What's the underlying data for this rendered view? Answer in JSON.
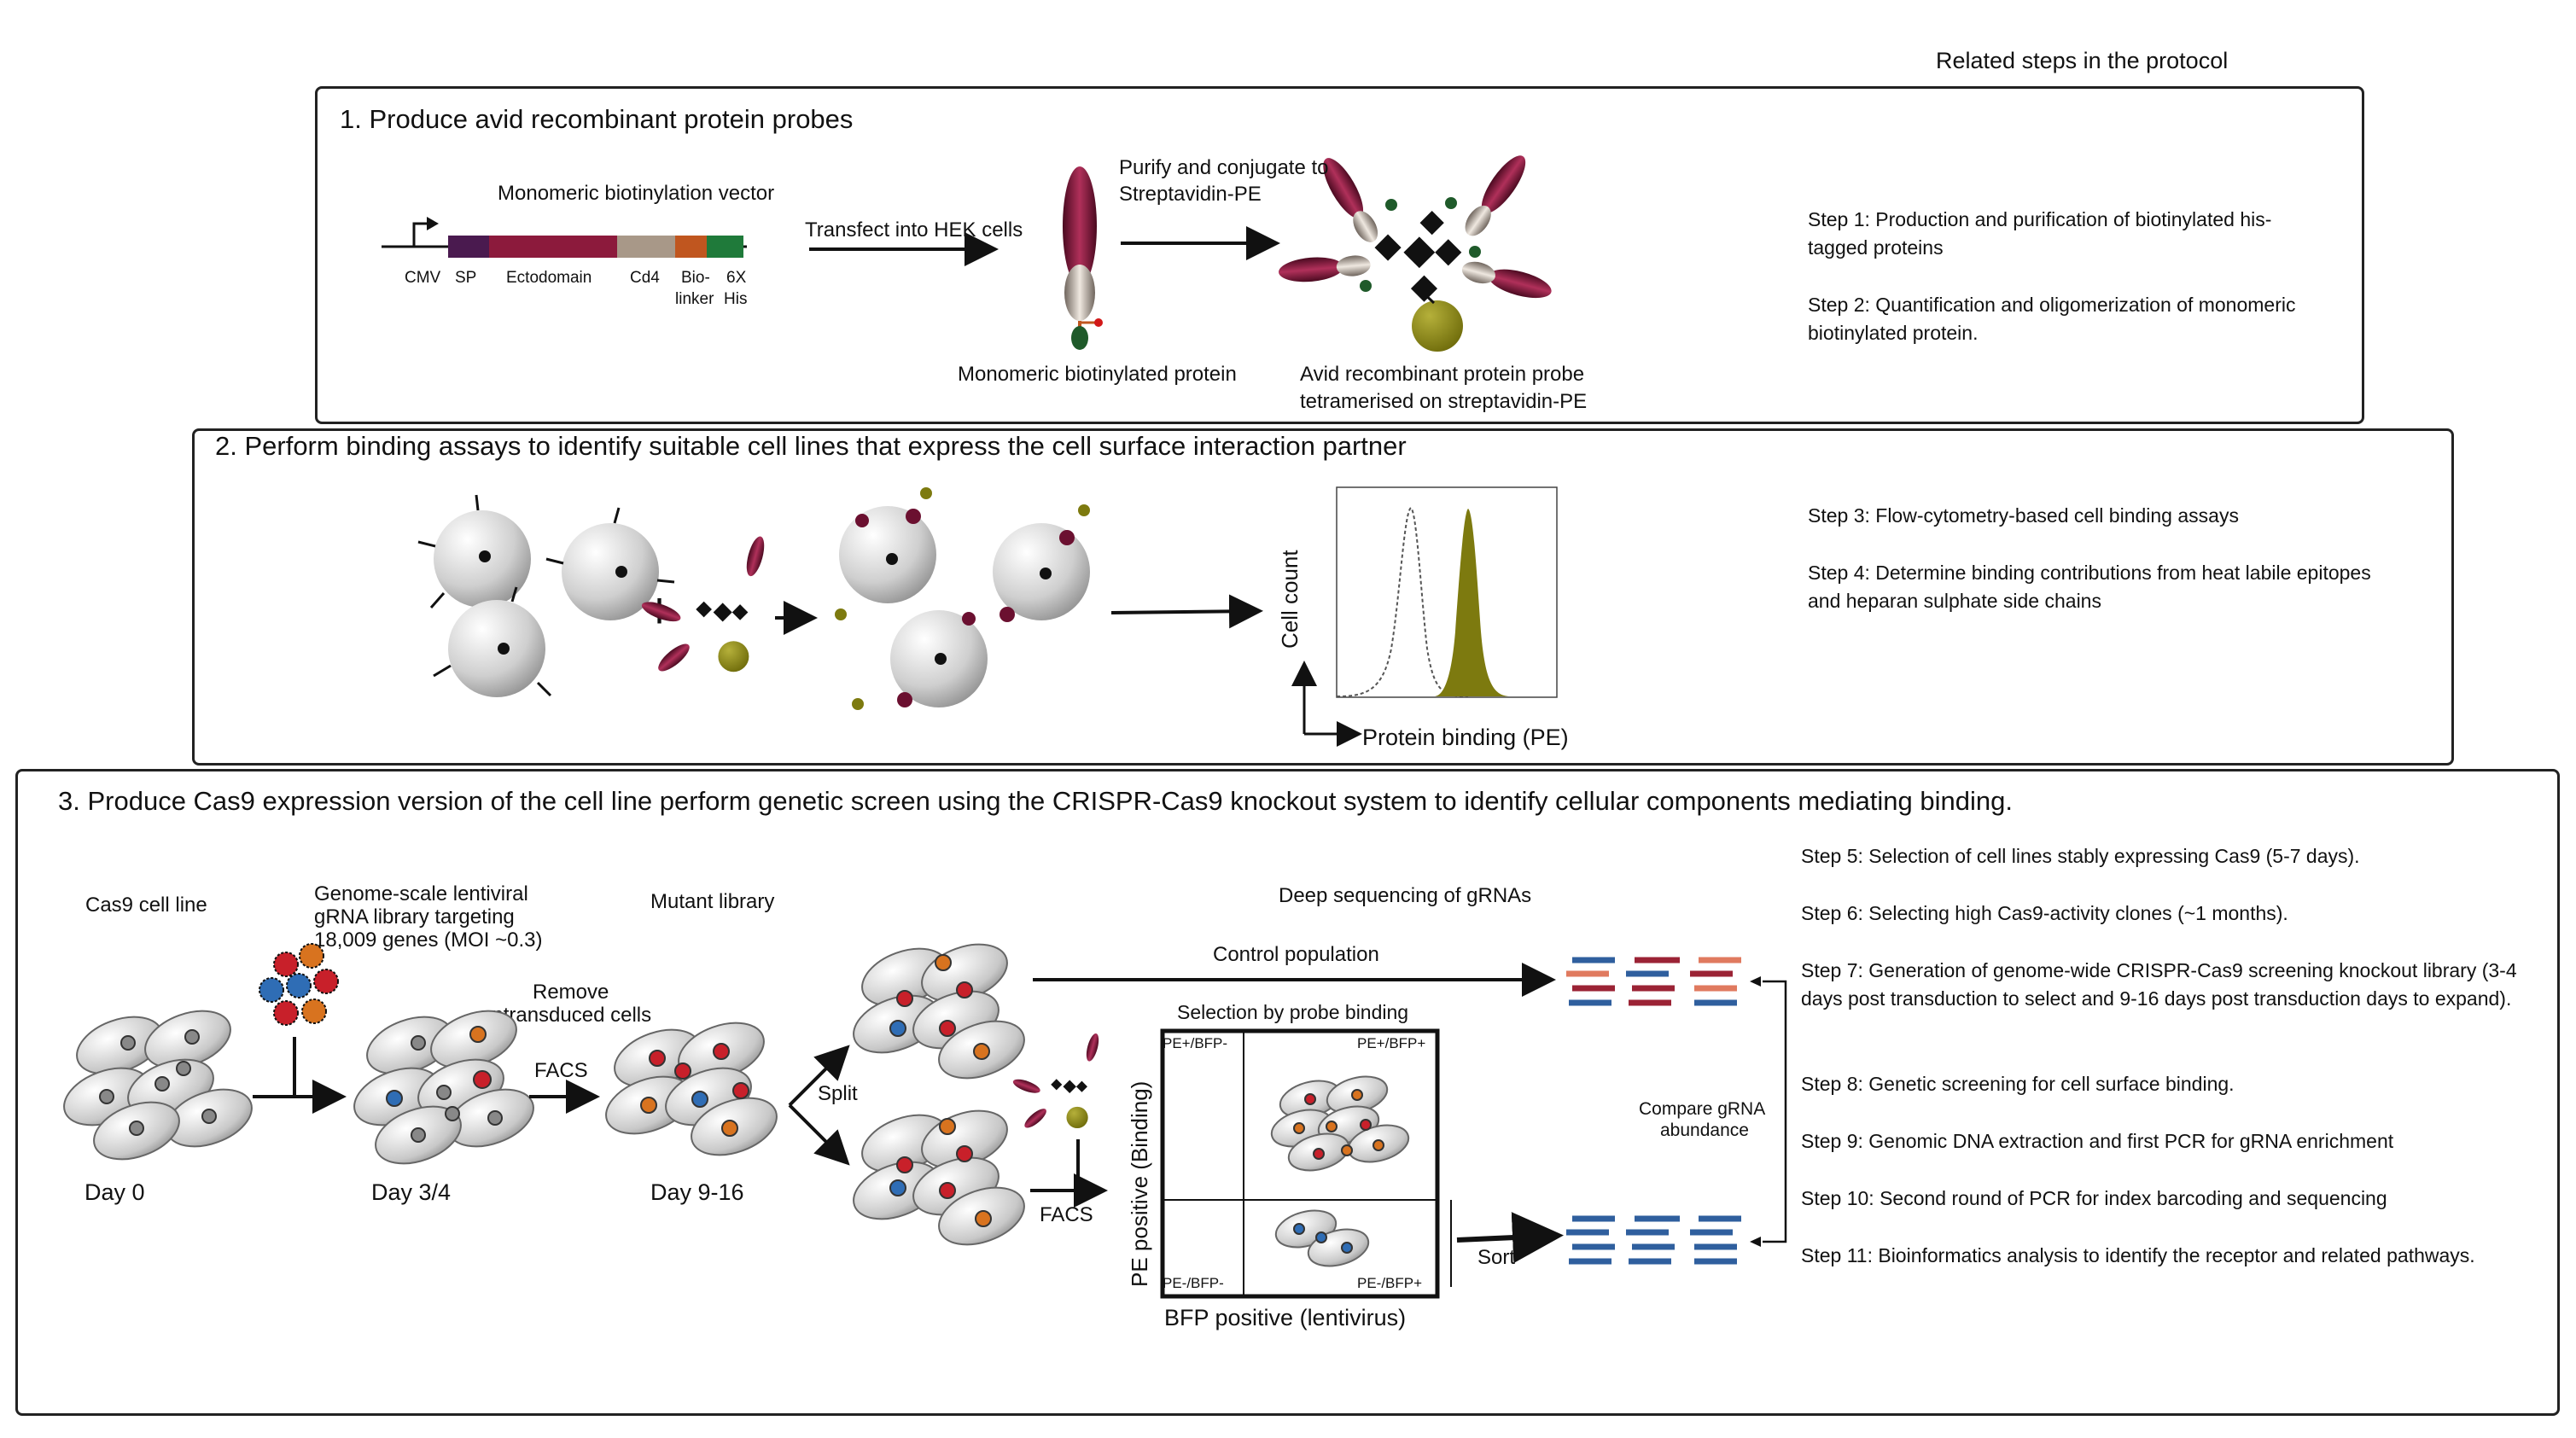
{
  "header": {
    "related": "Related steps in the protocol"
  },
  "panel1": {
    "title": "1. Produce avid recombinant protein probes",
    "vector_title": "Monomeric biotinylation vector",
    "segments": [
      "CMV",
      "SP",
      "Ectodomain",
      "Cd4",
      "Bio-",
      "linker",
      "6X",
      "His"
    ],
    "transfect": "Transfect into HEK cells",
    "purify1": "Purify and conjugate to",
    "purify2": "Streptavidin-PE",
    "monomer": "Monomeric biotinylated protein",
    "avid1": "Avid recombinant protein probe",
    "avid2": "tetramerised on streptavidin-PE",
    "steps": [
      "Step 1: Production and purification of biotinylated his-tagged proteins",
      "Step 2: Quantification and oligomerization of monomeric biotinylated protein."
    ],
    "colors": {
      "sp": "#4a1a4f",
      "ecto": "#8c1a3c",
      "cd4": "#a89888",
      "linker": "#c0561f",
      "his": "#1f7a3a"
    }
  },
  "panel2": {
    "title": "2. Perform binding assays to identify suitable cell lines that express the cell surface interaction partner",
    "ylabel": "Cell count",
    "xlabel": "Protein binding (PE)",
    "steps": [
      "Step 3: Flow-cytometry-based cell binding assays",
      "Step 4: Determine binding contributions from heat labile epitopes and heparan sulphate side chains"
    ],
    "colors": {
      "pe": "#7d7a0f"
    }
  },
  "panel3": {
    "title": "3. Produce Cas9 expression version of the cell line perform genetic screen using the CRISPR-Cas9 knockout system to identify cellular components mediating binding.",
    "cas9": "Cas9 cell line",
    "lib1": "Genome-scale lentiviral",
    "lib2": "gRNA library targeting",
    "lib3": "18,009 genes (MOI ~0.3)",
    "mutant": "Mutant library",
    "remove1": "Remove",
    "remove2": "untransduced cells",
    "facs": "FACS",
    "split": "Split",
    "day0": "Day 0",
    "day34": "Day 3/4",
    "day916": "Day 9-16",
    "deep": "Deep sequencing of gRNAs",
    "control": "Control population",
    "selection": "Selection by probe binding",
    "q_tl": "PE+/BFP-",
    "q_tr": "PE+/BFP+",
    "q_bl": "PE-/BFP-",
    "q_br": "PE-/BFP+",
    "yaxis": "PE positive (Binding)",
    "xaxis": "BFP positive (lentivirus)",
    "facs2": "FACS",
    "sort": "Sort",
    "compare1": "Compare gRNA",
    "compare2": "abundance",
    "steps": [
      "Step 5: Selection of cell lines stably expressing Cas9 (5-7 days).",
      "Step 6: Selecting high Cas9-activity clones (~1 months).",
      "Step 7: Generation of genome-wide CRISPR-Cas9 screening knockout library (3-4 days post transduction to select and 9-16 days post transduction days to expand).",
      "Step 8: Genetic screening for cell surface binding.",
      "Step 9: Genomic DNA extraction and first PCR for gRNA enrichment",
      "Step 10: Second round of PCR for index barcoding and sequencing",
      "Step 11: Bioinformatics analysis to identify the receptor and related pathways."
    ],
    "colors": {
      "red": "#c8202a",
      "blue": "#2f6db5",
      "orange": "#d8731f",
      "salmon": "#e07a5f",
      "grna_red": "#9b2335",
      "grna_blue": "#2f5f9e"
    }
  }
}
